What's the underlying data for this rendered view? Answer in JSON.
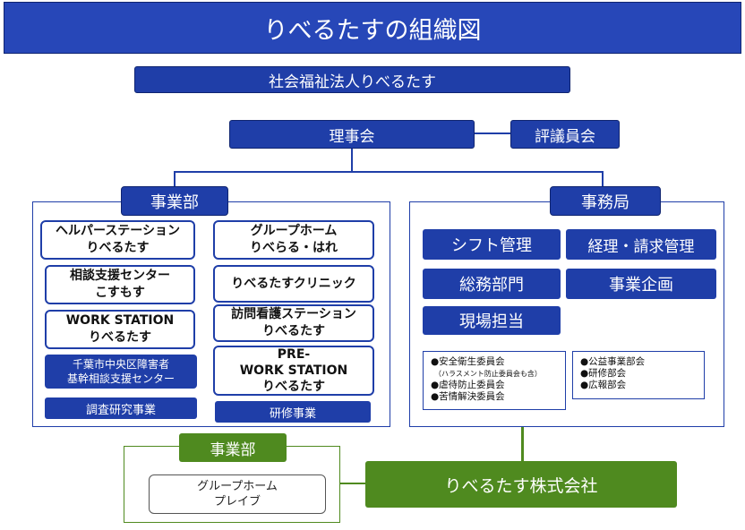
{
  "title": "りべるたすの組織図",
  "corp": "社会福祉法人りべるたす",
  "board": "理事会",
  "council": "評議員会",
  "business_dept": {
    "label": "事業部",
    "items": [
      "ヘルパーステーション\nりべるたす",
      "グループホーム\nりべらる・はれ",
      "相談支援センター\nこすもす",
      "りべるたすクリニック",
      "WORK STATION\nりべるたす",
      "訪問看護ステーション\nりべるたす",
      "千葉市中央区障害者\n基幹相談支援センター",
      "PRE-\nWORK STATION\nりべるたす",
      "調査研究事業",
      "研修事業"
    ]
  },
  "secretariat": {
    "label": "事務局",
    "items": [
      "シフト管理",
      "経理・請求管理",
      "総務部門",
      "事業企画",
      "現場担当"
    ],
    "committees_left": [
      "●安全衛生委員会",
      "（ハラスメント防止委員会も含）",
      "●虐待防止委員会",
      "●苦情解決委員会"
    ],
    "committees_right": [
      "●公益事業部会",
      "●研修部会",
      "●広報部会"
    ]
  },
  "company": {
    "name": "りべるたす株式会社",
    "dept_label": "事業部",
    "item": "グループホーム\nプレイブ"
  },
  "colors": {
    "navy": "#1f3ea8",
    "green": "#4f8a1f"
  }
}
